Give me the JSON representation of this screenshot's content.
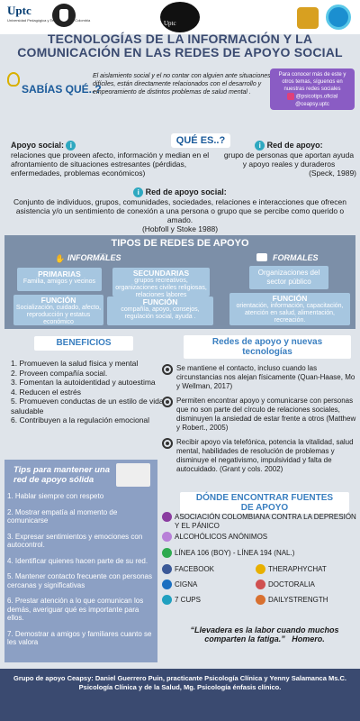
{
  "header": {
    "logo_uptc": "Uptc",
    "logo_uptc_sub": "Universidad Pedagógica y Tecnológica de Colombia",
    "logo_mid": "Uptc"
  },
  "title": {
    "line1": "TECNOLOGÍAS DE LA INFORMACIÓN Y LA",
    "line2": "COMUNICACIÓN EN LAS REDES DE APOYO SOCIAL"
  },
  "sabias": {
    "label": "SABÍAS QUÉ..?",
    "text": "El aislamiento social y el no contar con alguien ante situaciones difíciles, están directamente relacionados con el desarrollo y empeoramiento de distintos problemas de salud mental ."
  },
  "side_box": {
    "line1": "Para conocer más de este y otros temas, síguenos en nuestras redes sociales",
    "line2": "@psicotips.oficial",
    "line3": "@ceapsy.uptc"
  },
  "que_es": {
    "label": "QUÉ ES..?"
  },
  "apoyo_social": {
    "term": "Apoyo social:",
    "text": "relaciones que proveen afecto,  información y median en el afrontamiento de situaciones estresantes (pérdidas, enfermedades, problemas económicos)"
  },
  "red_apoyo": {
    "term": "Red de apoyo:",
    "text": "grupo de personas que aportan ayuda y apoyo reales y duraderos",
    "cite": "(Speck, 1989)"
  },
  "red_apoyo_social": {
    "term": "Red de apoyo social:",
    "text": "Conjunto de individuos, grupos, comunidades, sociedades, relaciones e interacciones que ofrecen asistencia y/o un sentimiento de conexión a una persona o grupo que se percibe como querido o amado.",
    "cite": "(Hobfoll y Stoke 1988)"
  },
  "types": {
    "title": "TIPOS DE REDES DE APOYO",
    "informales": "INFORMALES",
    "formales": "FORMALES",
    "primarias": {
      "title": "PRIMARIAS",
      "text": "Familia, amigos y vecinos"
    },
    "secundarias": {
      "title": "SECUNDARIAS",
      "text": "grupos recreativos, organizaciones civiles religiosas, relaciones labores"
    },
    "formal_box": {
      "text": "Organizaciones del sector público"
    },
    "func1": {
      "title": "FUNCIÓN",
      "text": "Socialización, cuidado, afecto, reproducción y estatus económico"
    },
    "func2": {
      "title": "FUNCIÓN",
      "text": "compañía, apoyo, consejos, regulación social, ayuda ."
    },
    "func3": {
      "title": "FUNCIÓN",
      "text": "orientación, información, capacitación, atención en salud, alimentación, recreación."
    }
  },
  "beneficios": {
    "title": "BENEFICIOS",
    "items": [
      "1. Promueven la salud física y mental",
      "2. Proveen compañía social.",
      "3. Fomentan la autoidentidad y autoestima",
      "4. Reducen el estrés",
      "5. Promueven conductas de un estilo de vida saludable",
      "6. Contribuyen a la regulación emocional"
    ]
  },
  "redes_tec": {
    "title1": "Redes de apoyo y nuevas",
    "title2": "tecnologías",
    "items": [
      "Se mantiene el contacto, incluso cuando las circunstancias nos alejan físicamente (Quan-Haase, Mo y Wellman, 2017)",
      "Permiten encontrar apoyo y comunicarse con personas que no son parte del círculo de relaciones sociales,  disminuyen la ansiedad de estar frente a otros (Matthew y Robert., 2005)",
      "Recibir apoyo vía telefónica, potencia la vitalidad, salud mental, habilidades de resolución de problemas  y disminuye el negativismo, impulsividad y  falta de autocuidado. (Grant y cols. 2002)"
    ]
  },
  "tips": {
    "title": "Tips para mantener una red de apoyo sólida",
    "items": [
      "1. Hablar siempre con respeto",
      "2. Mostrar empatía al momento de comunicarse",
      "3. Expresar sentimientos y emociones con autocontrol.",
      "4. Identificar quienes hacen parte de su red.",
      "5. Mantener contacto frecuente con personas cercanas y significativas",
      "6. Prestar atención a lo que comunican los demás, averiguar qué es importante para ellos.",
      "7. Demostrar a amigos y familiares cuanto se les valora"
    ]
  },
  "donde": {
    "title1": "DÓNDE ENCONTRAR FUENTES",
    "title2": "DE APOYO",
    "acpd": "ASOCIACIÓN COLOMBIANA CONTRA LA DEPRESIÓN Y EL PÁNICO",
    "aa": "ALCOHÓLICOS ANÓNIMOS",
    "linea": "LÍNEA 106 (BOY) - LÍNEA 194 (NAL.)",
    "apps": [
      [
        "FACEBOOK",
        "THERAPHYCHAT"
      ],
      [
        "CIGNA",
        "DOCTORALIA"
      ],
      [
        "7 CUPS",
        "DAILYSTRENGTH"
      ]
    ]
  },
  "quote": {
    "text": "“Llevadera es la labor cuando muchos comparten la fatiga.”",
    "author": "Homero."
  },
  "footer": {
    "text": "Grupo de apoyo Ceapsy: Daniel Guerrero Puin, practicante Psicología Clínica y Yenny Salamanca Ms.C. Psicología Clínica y de la Salud, Mg. Psicología énfasis clínico."
  },
  "colors": {
    "navy": "#3a4a70",
    "blue": "#3a7fc0",
    "panel": "#7c8fa8",
    "tips": "#8ca0c4",
    "light": "#a6c6e0"
  }
}
